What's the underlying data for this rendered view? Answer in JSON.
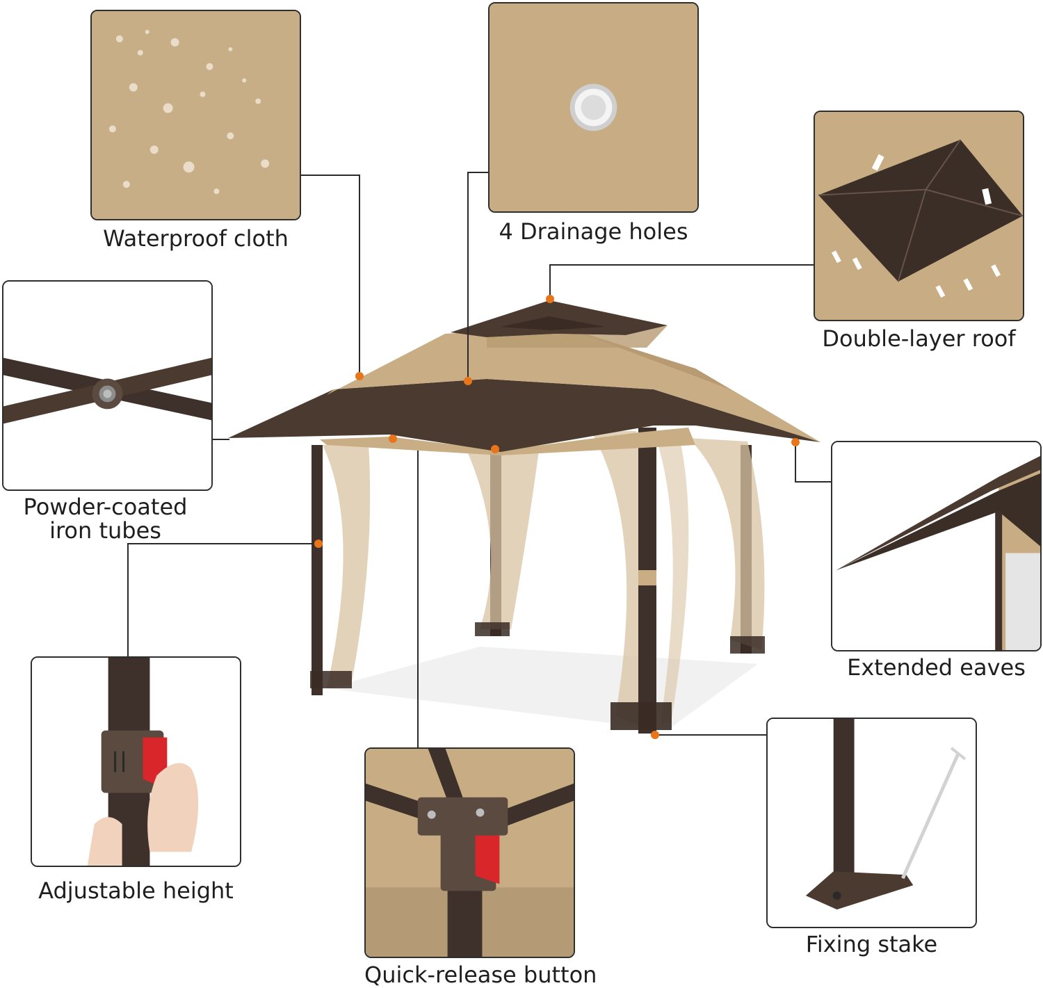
{
  "features": {
    "waterproof_cloth": "Waterproof cloth",
    "drainage_holes": "4 Drainage holes",
    "double_layer_roof": "Double-layer roof",
    "powder_coated_line1": "Powder-coated",
    "powder_coated_line2": "iron tubes",
    "extended_eaves": "Extended eaves",
    "adjustable_height": "Adjustable height",
    "quick_release_button": "Quick-release button",
    "fixing_stake": "Fixing stake"
  },
  "colors": {
    "canopy_khaki": "#c9ad84",
    "canopy_brown": "#4a3a30",
    "frame_brown": "#3e302a",
    "marker_orange": "#e8751a",
    "button_red": "#d9262b"
  }
}
